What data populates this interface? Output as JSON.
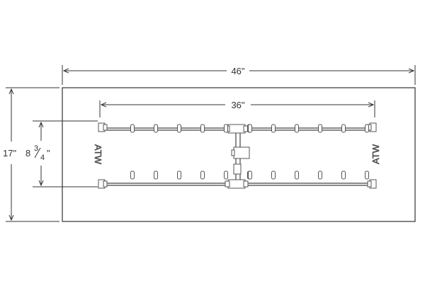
{
  "dimensions": {
    "width_label": "46\"",
    "inner_width_label": "36\"",
    "height_label": "17\"",
    "burner_spacing_whole": "8",
    "burner_spacing_num": "3",
    "burner_spacing_den": "4",
    "burner_spacing_inch": "\""
  },
  "burner": {
    "nozzles_per_side": 6,
    "rows": 2
  },
  "logo": {
    "text": "ATW"
  }
}
